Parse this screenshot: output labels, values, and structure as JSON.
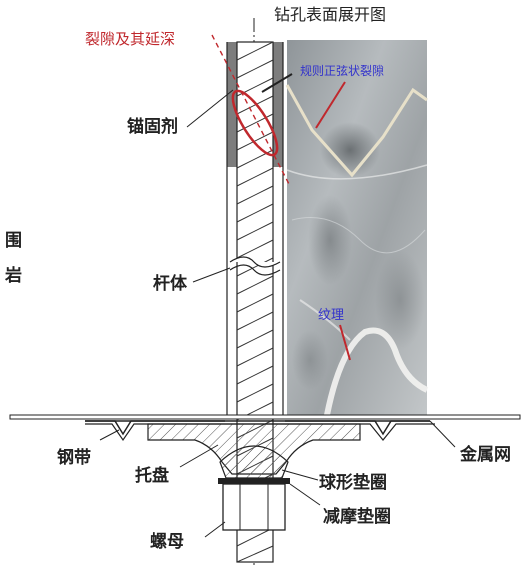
{
  "labels": {
    "borehole_image_title": "钻孔表面展开图",
    "fracture_extension": "裂隙及其延深",
    "sinusoidal_fracture": "规则正弦状裂隙",
    "anchoring_agent": "锚固剂",
    "surrounding_rock_1": "围",
    "surrounding_rock_2": "岩",
    "rod_body": "杆体",
    "texture": "纹理",
    "steel_strip": "钢带",
    "tray": "托盘",
    "metal_mesh": "金属网",
    "spherical_washer": "球形垫圈",
    "friction_reducing_washer": "减摩垫圈",
    "nut": "螺母"
  },
  "colors": {
    "red_annotation": "#c0282d",
    "blue_text": "#3333cc",
    "line": "#222222"
  }
}
